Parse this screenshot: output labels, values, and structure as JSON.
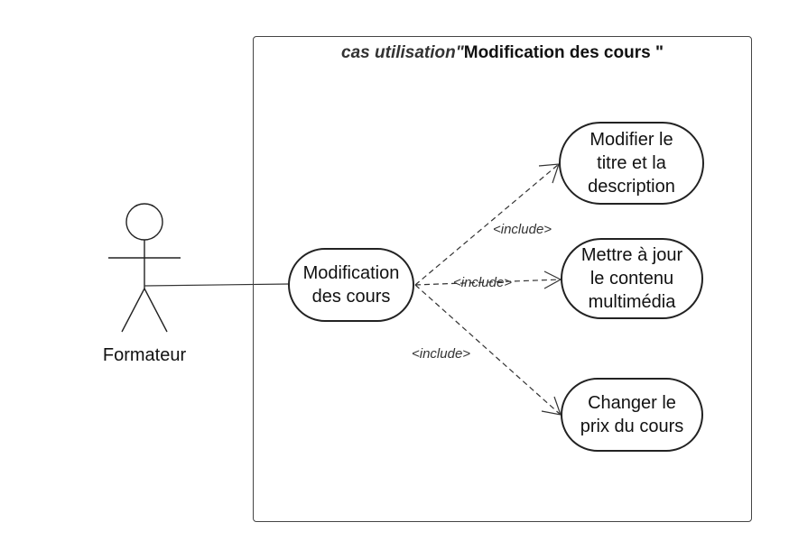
{
  "system": {
    "stereotype": "cas utilisation\"",
    "name": "Modification des cours \""
  },
  "actor": {
    "name": "Formateur"
  },
  "use_cases": {
    "main": {
      "line1": "Modification",
      "line2": "des cours"
    },
    "edit_title": {
      "line1": "Modifier le",
      "line2": "titre et la",
      "line3": "description"
    },
    "update_media": {
      "line1": "Mettre à jour",
      "line2": "le contenu",
      "line3": "multimédia"
    },
    "change_price": {
      "line1": "Changer le",
      "line2": "prix du cours"
    }
  },
  "relations": {
    "include_top": "<include>",
    "include_middle": "<include>",
    "include_bottom": "<include>"
  },
  "colors": {
    "line": "#333333",
    "border": "#222222",
    "background": "#ffffff"
  }
}
